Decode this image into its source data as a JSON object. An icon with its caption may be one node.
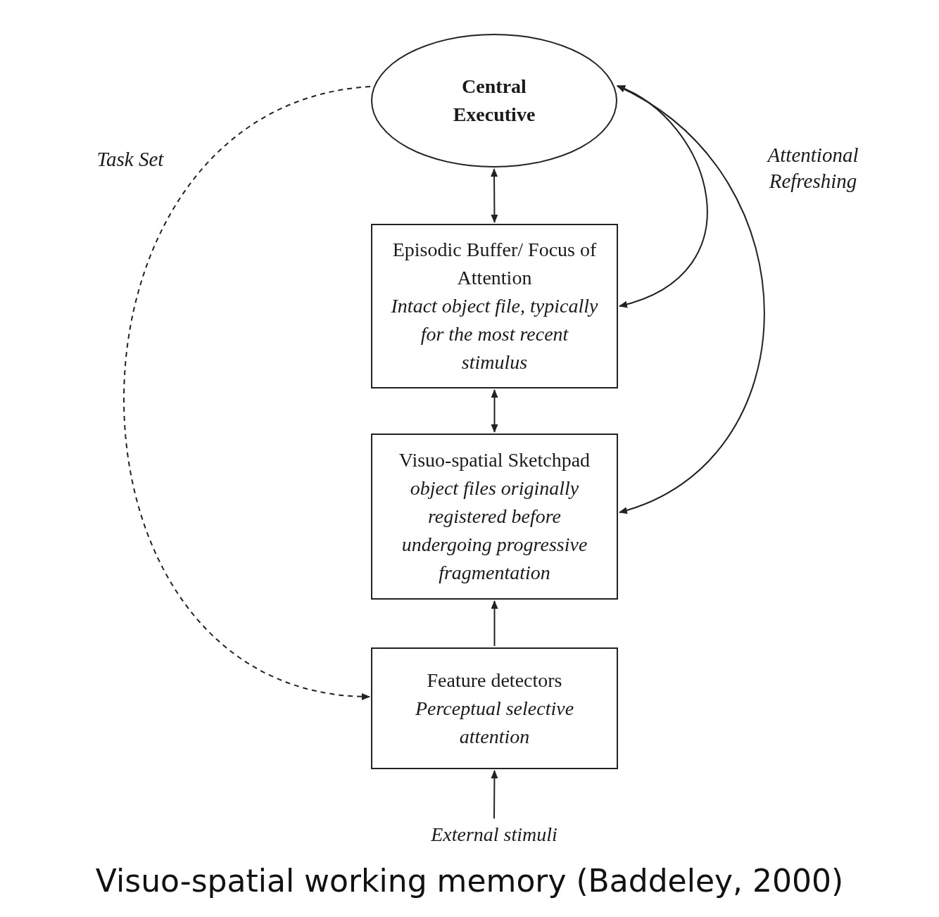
{
  "diagram": {
    "caption": "Visuo-spatial working memory (Baddeley, 2000)",
    "nodes": [
      {
        "text": [
          "Central Executive"
        ]
      },
      {
        "text": [
          "Episodic Buffer/ Focus of Attention",
          "Intact object file, typically for the most recent stimulus"
        ]
      },
      {
        "text": [
          "Visuo-spatial Sketchpad",
          "object files originally registered before undergoing progressive fragmentation"
        ]
      },
      {
        "text": [
          "Feature detectors",
          "Perceptual selective attention"
        ]
      },
      {
        "text": [
          "External stimuli"
        ]
      }
    ],
    "edges": [
      {
        "from": 0,
        "to": 1,
        "arrow": "both"
      },
      {
        "from": 1,
        "to": 2,
        "arrow": "both"
      },
      {
        "from": 3,
        "to": 2,
        "arrow": "to"
      },
      {
        "from": 4,
        "to": 3,
        "arrow": "to"
      },
      {
        "from": 0,
        "to": 3,
        "arrow": "to",
        "style": "dashed",
        "label": "Task Set"
      },
      {
        "from": 0,
        "to": 1,
        "arrow": "both"
      },
      {
        "from": 0,
        "to": 2,
        "arrow": "both",
        "label": "Attentional Refreshing"
      }
    ]
  }
}
